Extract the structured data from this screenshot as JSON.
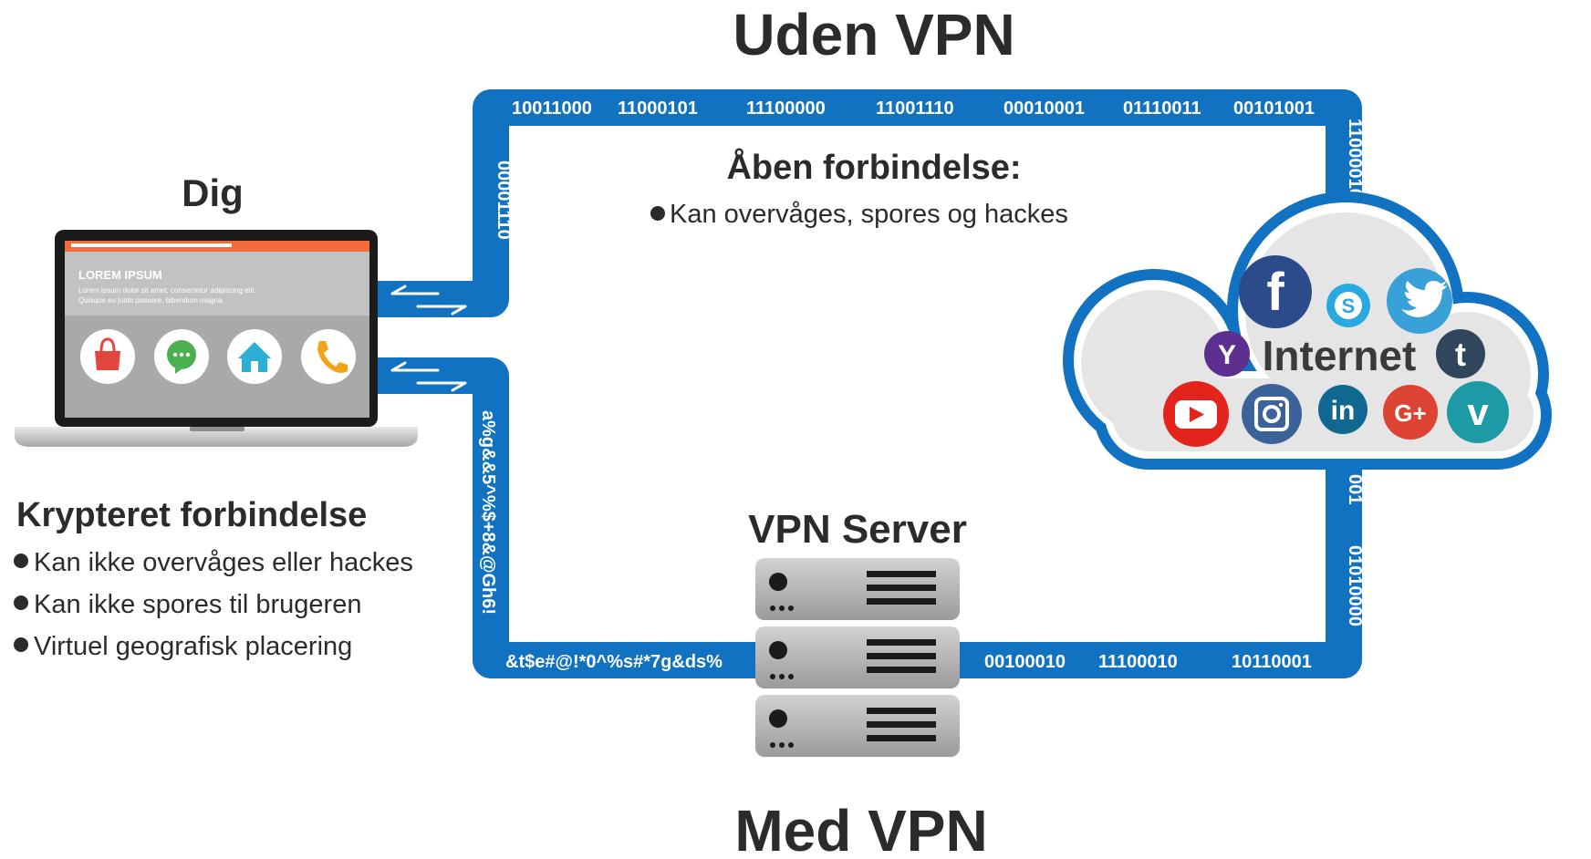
{
  "titles": {
    "top": "Uden VPN",
    "bottom": "Med VPN"
  },
  "you": {
    "label": "Dig",
    "screen_heading": "LOREM IPSUM",
    "screen_text_line1": "Lorem ipsum dolor sit amet, consectetur adipiscing elit.",
    "screen_text_line2": "Quisque eu justo posuere, bibendum magna."
  },
  "open_connection": {
    "heading": "Åben forbindelse:",
    "points": [
      "Kan overvåges, spores og hackes"
    ]
  },
  "encrypted_connection": {
    "heading": "Krypteret forbindelse",
    "points": [
      "Kan ikke overvåges eller hackes",
      "Kan ikke spores til brugeren",
      "Virtuel geografisk placering"
    ]
  },
  "vpn_server": {
    "label": "VPN Server"
  },
  "internet": {
    "label": "Internet",
    "services": [
      "facebook-icon",
      "skype-icon",
      "twitter-icon",
      "yahoo-icon",
      "tumblr-icon",
      "youtube-icon",
      "instagram-icon",
      "linkedin-icon",
      "google-plus-icon",
      "vimeo-icon"
    ],
    "letters": {
      "facebook": "f",
      "skype": "S",
      "yahoo": "Y",
      "tumblr": "t",
      "linkedin": "in",
      "google_plus": "G+",
      "vimeo": "v"
    }
  },
  "streams": {
    "top": [
      "10011000",
      "11000101",
      "11100000",
      "11001110",
      "00010001",
      "01110011",
      "00101001"
    ],
    "left_top_vertical": "00001110",
    "right_top_vertical": "11000010",
    "left_bottom_vertical": "a%g&&5^%$+8&@Gh6!",
    "bottom_left": "&t$e#@!*0^%s#*7g&ds%",
    "bottom_right": [
      "00100010",
      "11100010",
      "10110001"
    ],
    "right_bottom_vertical_1": "001",
    "right_bottom_vertical_2": "01010000"
  },
  "colors": {
    "pipe": "#1172c2",
    "dark_text": "#2b2b2b",
    "cloud_fill": "#e6e6e6",
    "laptop_accent": "#f26b3a"
  }
}
